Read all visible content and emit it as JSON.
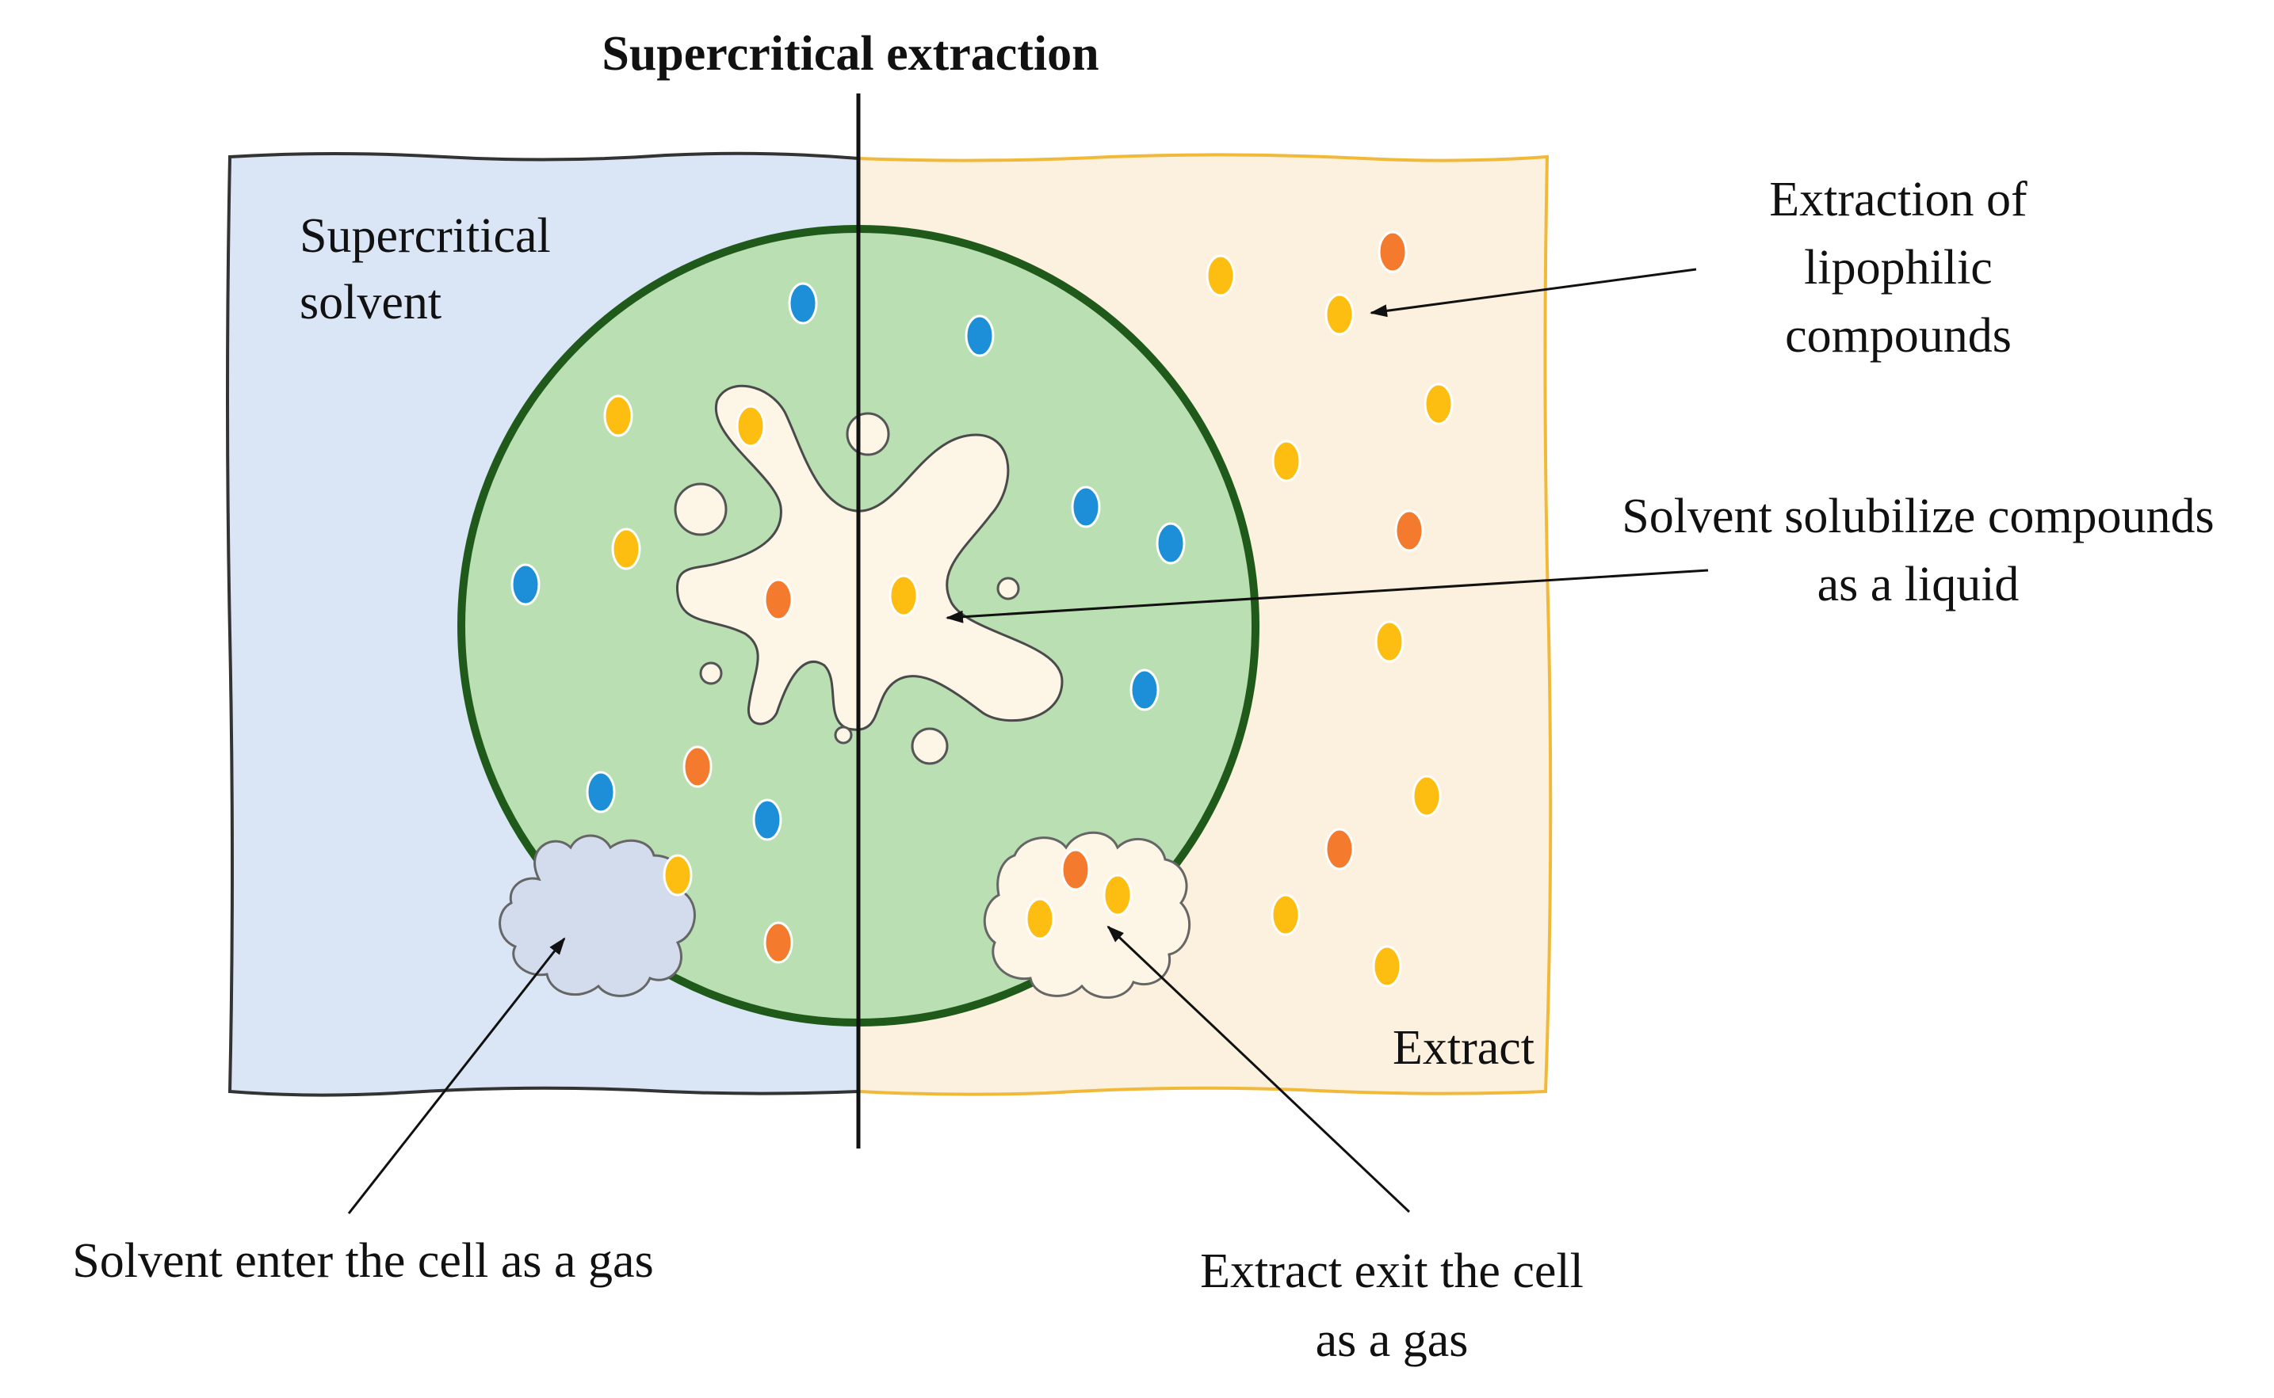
{
  "title": "Supercritical extraction",
  "regions": {
    "solvent_label_line1": "Supercritical",
    "solvent_label_line2": "solvent",
    "extract_label": "Extract"
  },
  "annotations": {
    "lipophilic": [
      "Extraction of",
      "lipophilic",
      "compounds"
    ],
    "solubilize": [
      "Solvent solubilize compounds",
      "as a liquid"
    ],
    "enter": [
      "Solvent enter the cell as a gas"
    ],
    "exit": [
      "Extract exit the cell",
      "as a gas"
    ]
  },
  "colors": {
    "solvent_bg": "#dae6f5",
    "solvent_border": "#333333",
    "extract_bg": "#fcf0de",
    "extract_border": "#f0b93a",
    "cell_fill": "#b9dfb3",
    "cell_border": "#1f5a1a",
    "vacuole_fill": "#fdf5e6",
    "gas_in_fill": "#d3dcec",
    "blue_compound": "#1d8fd8",
    "yellow_compound": "#fdbd11",
    "orange_compound": "#f47a2e"
  },
  "icons": [
    "ellipse-compound",
    "arrow-pointer",
    "cloud-shape"
  ]
}
